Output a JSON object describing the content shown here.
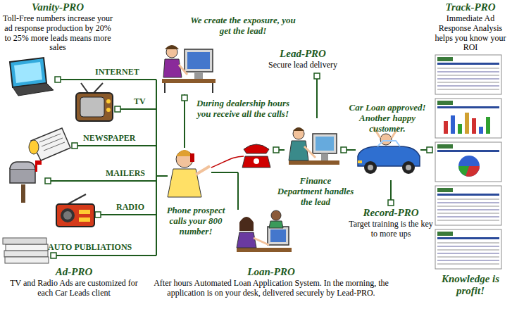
{
  "diagram": {
    "labels": [
      "Vanity-PRO",
      "Toll-Free numbers increase your ad response production by 20% to 25% more leads means more sales",
      "We create the exposure, you get the lead!",
      "Lead-PRO",
      "Secure lead delivery",
      "Track-PRO",
      "Immediate Ad Response Analysis helps you know your ROI",
      "INTERNET",
      "TV",
      "During dealership hours you receive all the calls!",
      "NEWSPAPER",
      "Car Loan approved! Another happy customer.",
      "MAILERS",
      "Phone prospect calls your 800 number!",
      "Finance Department handles the lead",
      "RADIO",
      "Record-PRO",
      "Target training is the key to more ups",
      "AUTO PUBLIATIONS",
      "Ad-PRO",
      "TV and Radio Ads are customized for each Car Leads client",
      "Loan-PRO",
      "After hours Automated Loan Application System. In the morning, the application is on your desk, delivered securely by Lead-PRO.",
      "Knowledge is profit!"
    ]
  }
}
